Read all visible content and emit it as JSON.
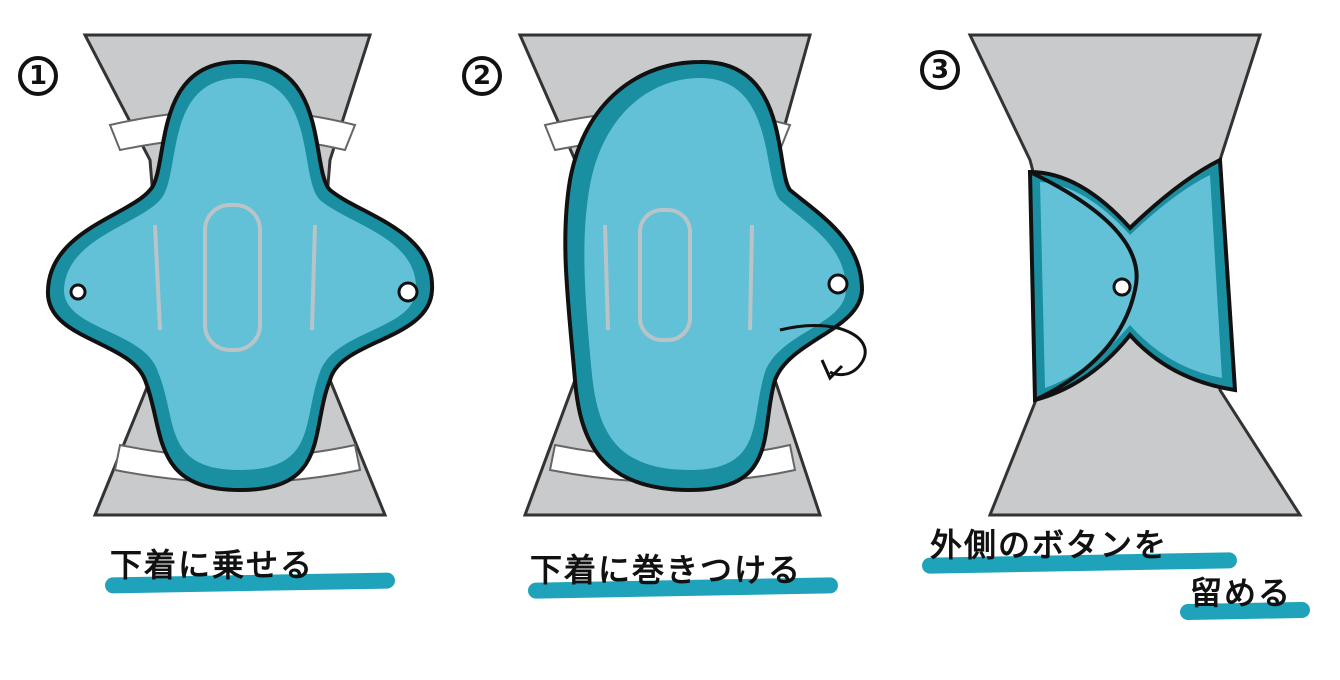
{
  "colors": {
    "pad_border": "#1a8fa2",
    "pad_fill": "#62c1d6",
    "leg": "#c9cacc",
    "highlight": "#1ea3bb",
    "ink": "#111111"
  },
  "steps": [
    {
      "number": "1",
      "label": "下着に乗せる"
    },
    {
      "number": "2",
      "label": "下着に巻きつける"
    },
    {
      "number": "3",
      "label_line1": "外側のボタンを",
      "label_line2": "留める"
    }
  ]
}
